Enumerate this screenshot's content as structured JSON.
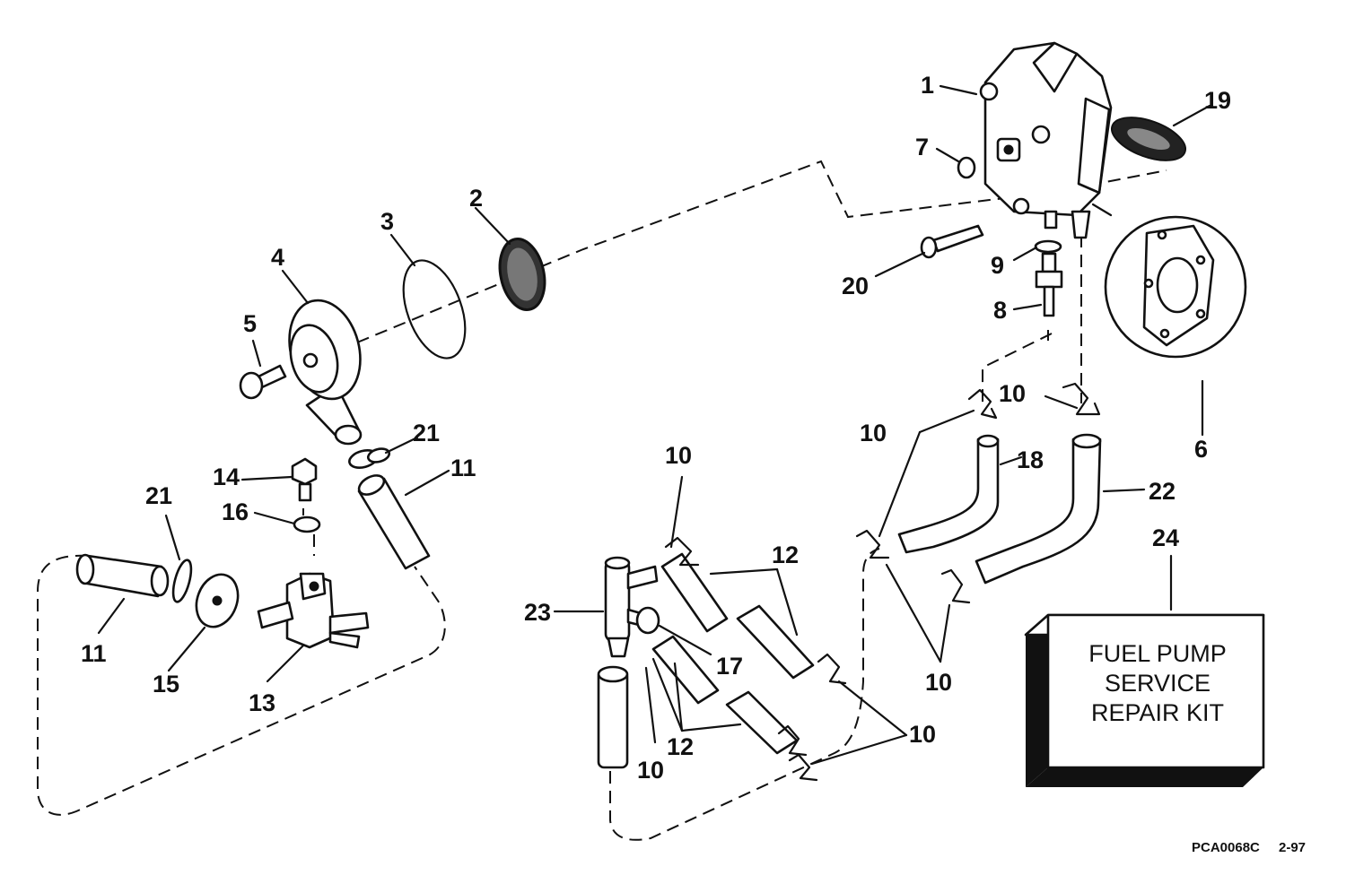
{
  "callouts": {
    "c1": "1",
    "c2": "2",
    "c3": "3",
    "c4": "4",
    "c5": "5",
    "c6": "6",
    "c7": "7",
    "c8": "8",
    "c9": "9",
    "c10a": "10",
    "c10b": "10",
    "c10c": "10",
    "c10d": "10",
    "c10e": "10",
    "c10f": "10",
    "c11a": "11",
    "c11b": "11",
    "c12a": "12",
    "c12b": "12",
    "c13": "13",
    "c14": "14",
    "c15": "15",
    "c16": "16",
    "c17": "17",
    "c18": "18",
    "c19": "19",
    "c20": "20",
    "c21a": "21",
    "c21b": "21",
    "c22": "22",
    "c23": "23",
    "c24": "24"
  },
  "kit_box": {
    "line1": "FUEL PUMP",
    "line2": "SERVICE",
    "line3": "REPAIR KIT"
  },
  "footer": {
    "drawing_code": "PCA0068C",
    "date": "2-97"
  }
}
